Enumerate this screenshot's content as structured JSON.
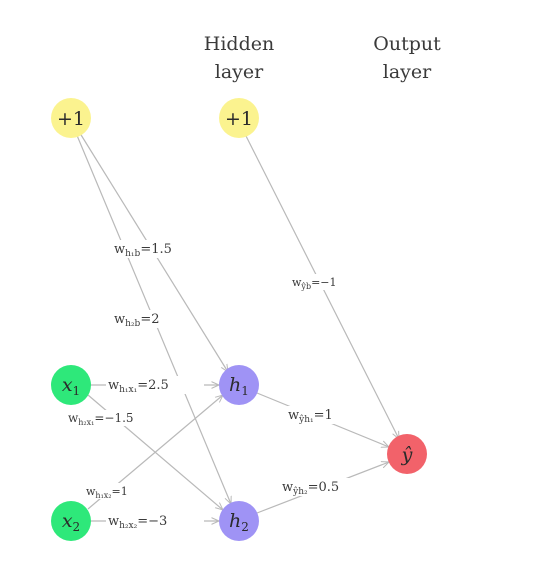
{
  "headers": {
    "hidden_line1": "Hidden",
    "hidden_line2": "layer",
    "output_line1": "Output",
    "output_line2": "layer"
  },
  "nodes": {
    "bias_input": {
      "label": "+1",
      "color": "#fbf38f"
    },
    "bias_hidden": {
      "label": "+1",
      "color": "#fbf38f"
    },
    "x1": {
      "base": "x",
      "sub": "1",
      "color": "#2ee87a"
    },
    "x2": {
      "base": "x",
      "sub": "2",
      "color": "#2ee87a"
    },
    "h1": {
      "base": "h",
      "sub": "1",
      "color": "#9f93f5"
    },
    "h2": {
      "base": "h",
      "sub": "2",
      "color": "#9f93f5"
    },
    "yhat": {
      "label": "ŷ",
      "color": "#f2626a"
    }
  },
  "weights": {
    "w_h1_b": {
      "base": "w",
      "sub": "h₁b",
      "value": "=1.5"
    },
    "w_h2_b": {
      "base": "w",
      "sub": "h₂b",
      "value": "=2"
    },
    "w_h1_x1": {
      "base": "w",
      "sub": "h₁x₁",
      "value": "=2.5"
    },
    "w_h2_x1": {
      "base": "w",
      "sub": "h₂x₁",
      "value": "=−1.5"
    },
    "w_h1_x2": {
      "base": "w",
      "sub": "h₁x₂",
      "value": "=1"
    },
    "w_h2_x2": {
      "base": "w",
      "sub": "h₂x₂",
      "value": "=−3"
    },
    "w_y_b": {
      "base": "w",
      "sub": "ŷb",
      "value": "=−1"
    },
    "w_y_h1": {
      "base": "w",
      "sub": "ŷh₁",
      "value": "=1"
    },
    "w_y_h2": {
      "base": "w",
      "sub": "ŷh₂",
      "value": "=0.5"
    }
  },
  "edge_color": "#b9b9b9"
}
